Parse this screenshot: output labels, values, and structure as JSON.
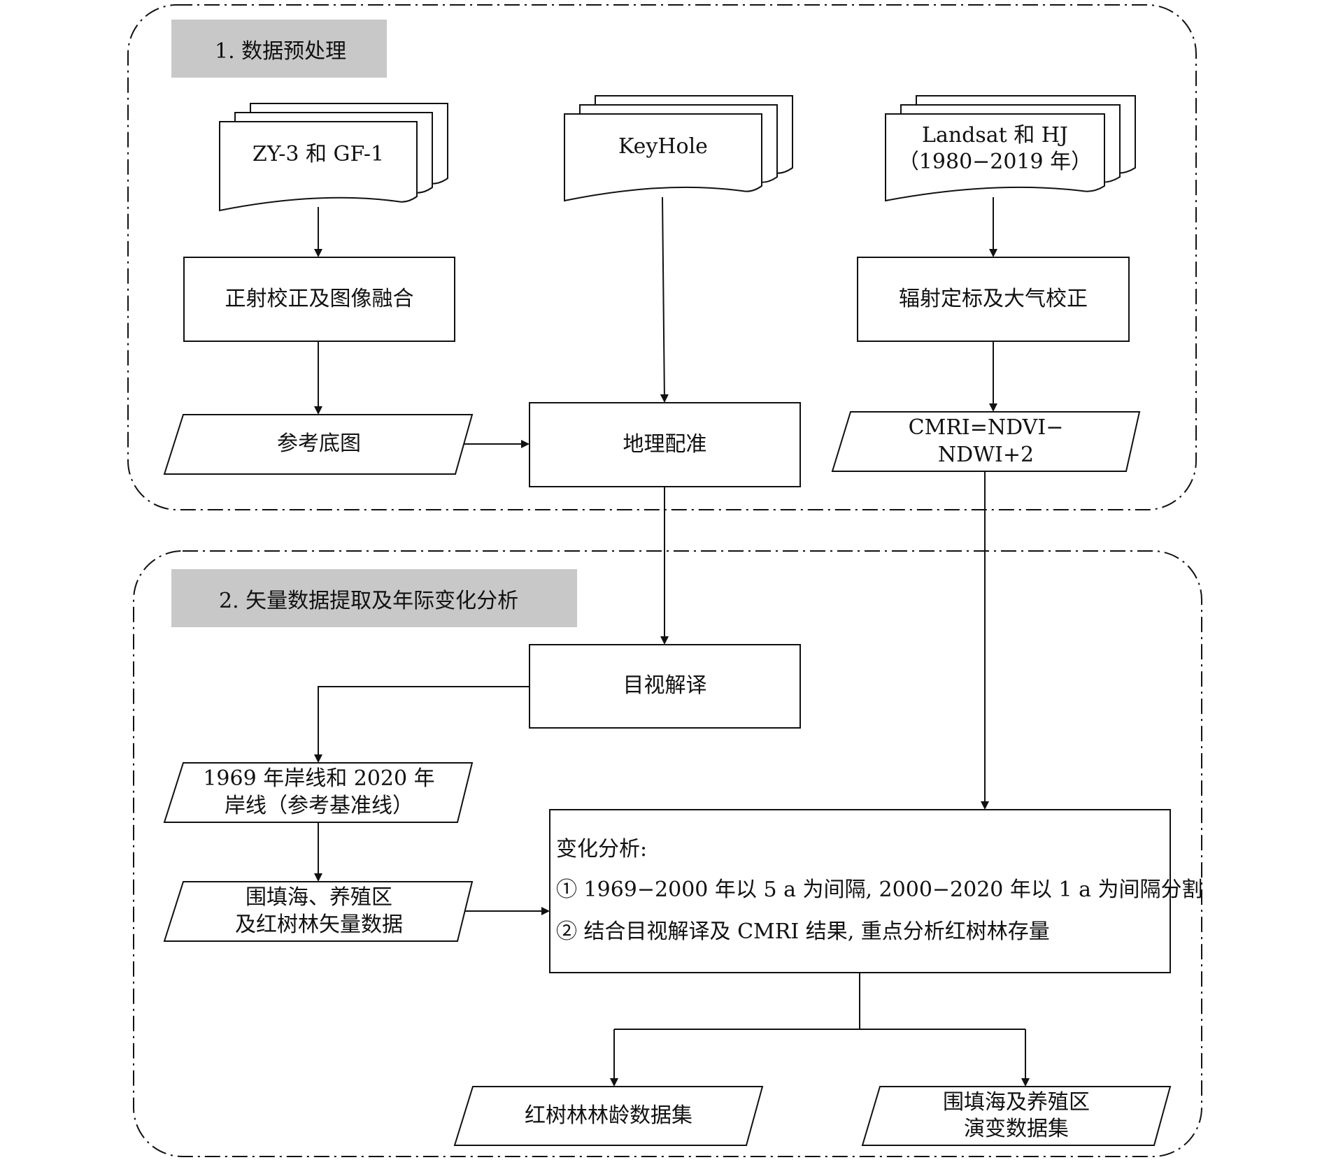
{
  "stages": {
    "stage1_title": "1. 数据预处理",
    "stage2_title": "2. 矢量数据提取及年际变化分析"
  },
  "inputs": {
    "zy3_gf1": "ZY-3 和 GF-1",
    "keyhole": "KeyHole",
    "landsat_hj": "Landsat 和 HJ\n（1980−2019 年）"
  },
  "processes": {
    "ortho_fusion": "正射校正及图像融合",
    "radiometric_atmos": "辐射定标及大气校正",
    "reference_map": "参考底图",
    "georeference": "地理配准",
    "cmri": "CMRI=NDVI−\nNDWI+2",
    "visual_interpretation": "目视解译",
    "shorelines": "1969 年岸线和 2020 年\n岸线（参考基准线）",
    "vector_data": "围填海、养殖区\n及红树林矢量数据"
  },
  "analysis": {
    "title": "变化分析:",
    "item1": "① 1969−2000 年以 5 a 为间隔, 2000−2020 年以 1 a 为间隔分割",
    "item2": "② 结合目视解译及 CMRI 结果, 重点分析红树林存量"
  },
  "outputs": {
    "mangrove_age": "红树林林龄数据集",
    "reclamation_evolution": "围填海及养殖区\n演变数据集"
  },
  "colors": {
    "stroke": "#111111",
    "tag_fill": "#c8c8c8",
    "background": "#ffffff"
  }
}
